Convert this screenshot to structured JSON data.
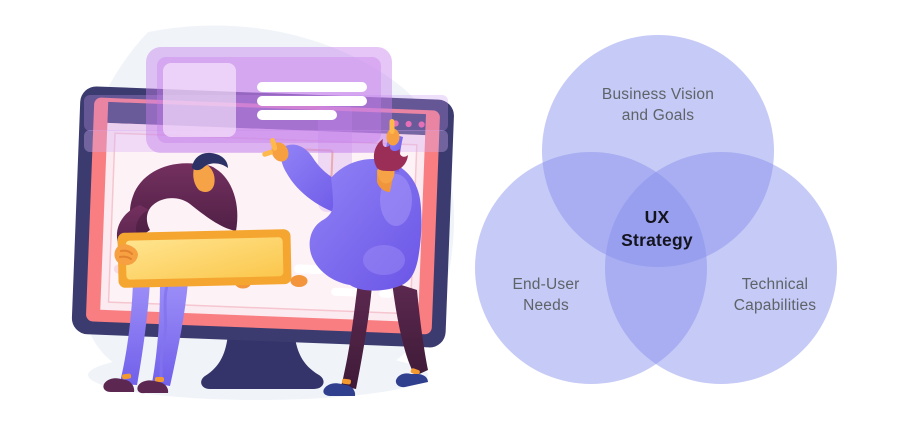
{
  "venn": {
    "labels": {
      "top": "Business Vision\nand Goals",
      "left": "End-User\nNeeds",
      "right": "Technical\nCapabilities",
      "center": "UX\nStrategy"
    },
    "circle_fill": "rgba(134,143,236,0.47)",
    "label_color": "#5e6368",
    "center_label_color": "#14141e"
  },
  "illustration": {
    "description": "Two people assembling a website on a large monitor",
    "parts": {
      "monitor": "desktop monitor with coral bezel and navy frame",
      "floating_card": "translucent purple UI card with image placeholder and text lines",
      "banner": "yellow content banner carried by left person",
      "person_left": "person in purple trousers carrying yellow banner",
      "person_right": "person in purple blouse touching browser bar"
    },
    "palette": {
      "frame_navy": "#3b3b6f",
      "bezel_coral": "#f87e82",
      "screen_pink": "#fbeaf0",
      "card_purple": "rgba(198,128,236,0.45)",
      "banner_yellow": "#fbc74d",
      "banner_border": "#f5a630",
      "body_plum": "#5d2950",
      "legs_purple": "#8b7bf3",
      "skin_orange": "#f6a347",
      "dot_pink": "#f2609e",
      "shadow_blob": "#f0f4f9"
    }
  }
}
